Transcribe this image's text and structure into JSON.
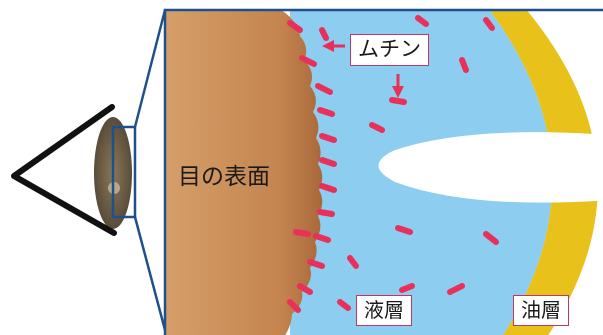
{
  "labels": {
    "eye_surface": "目の表面",
    "mucin": "ムチン",
    "liquid_layer": "液層",
    "oil_layer": "油層"
  },
  "colors": {
    "frame": "#1f4f8c",
    "eye_surface": "#c98a55",
    "liquid": "#8dcdf0",
    "oil": "#e8c21a",
    "mucin": "#e8305a",
    "label_border": "#c0356a"
  }
}
